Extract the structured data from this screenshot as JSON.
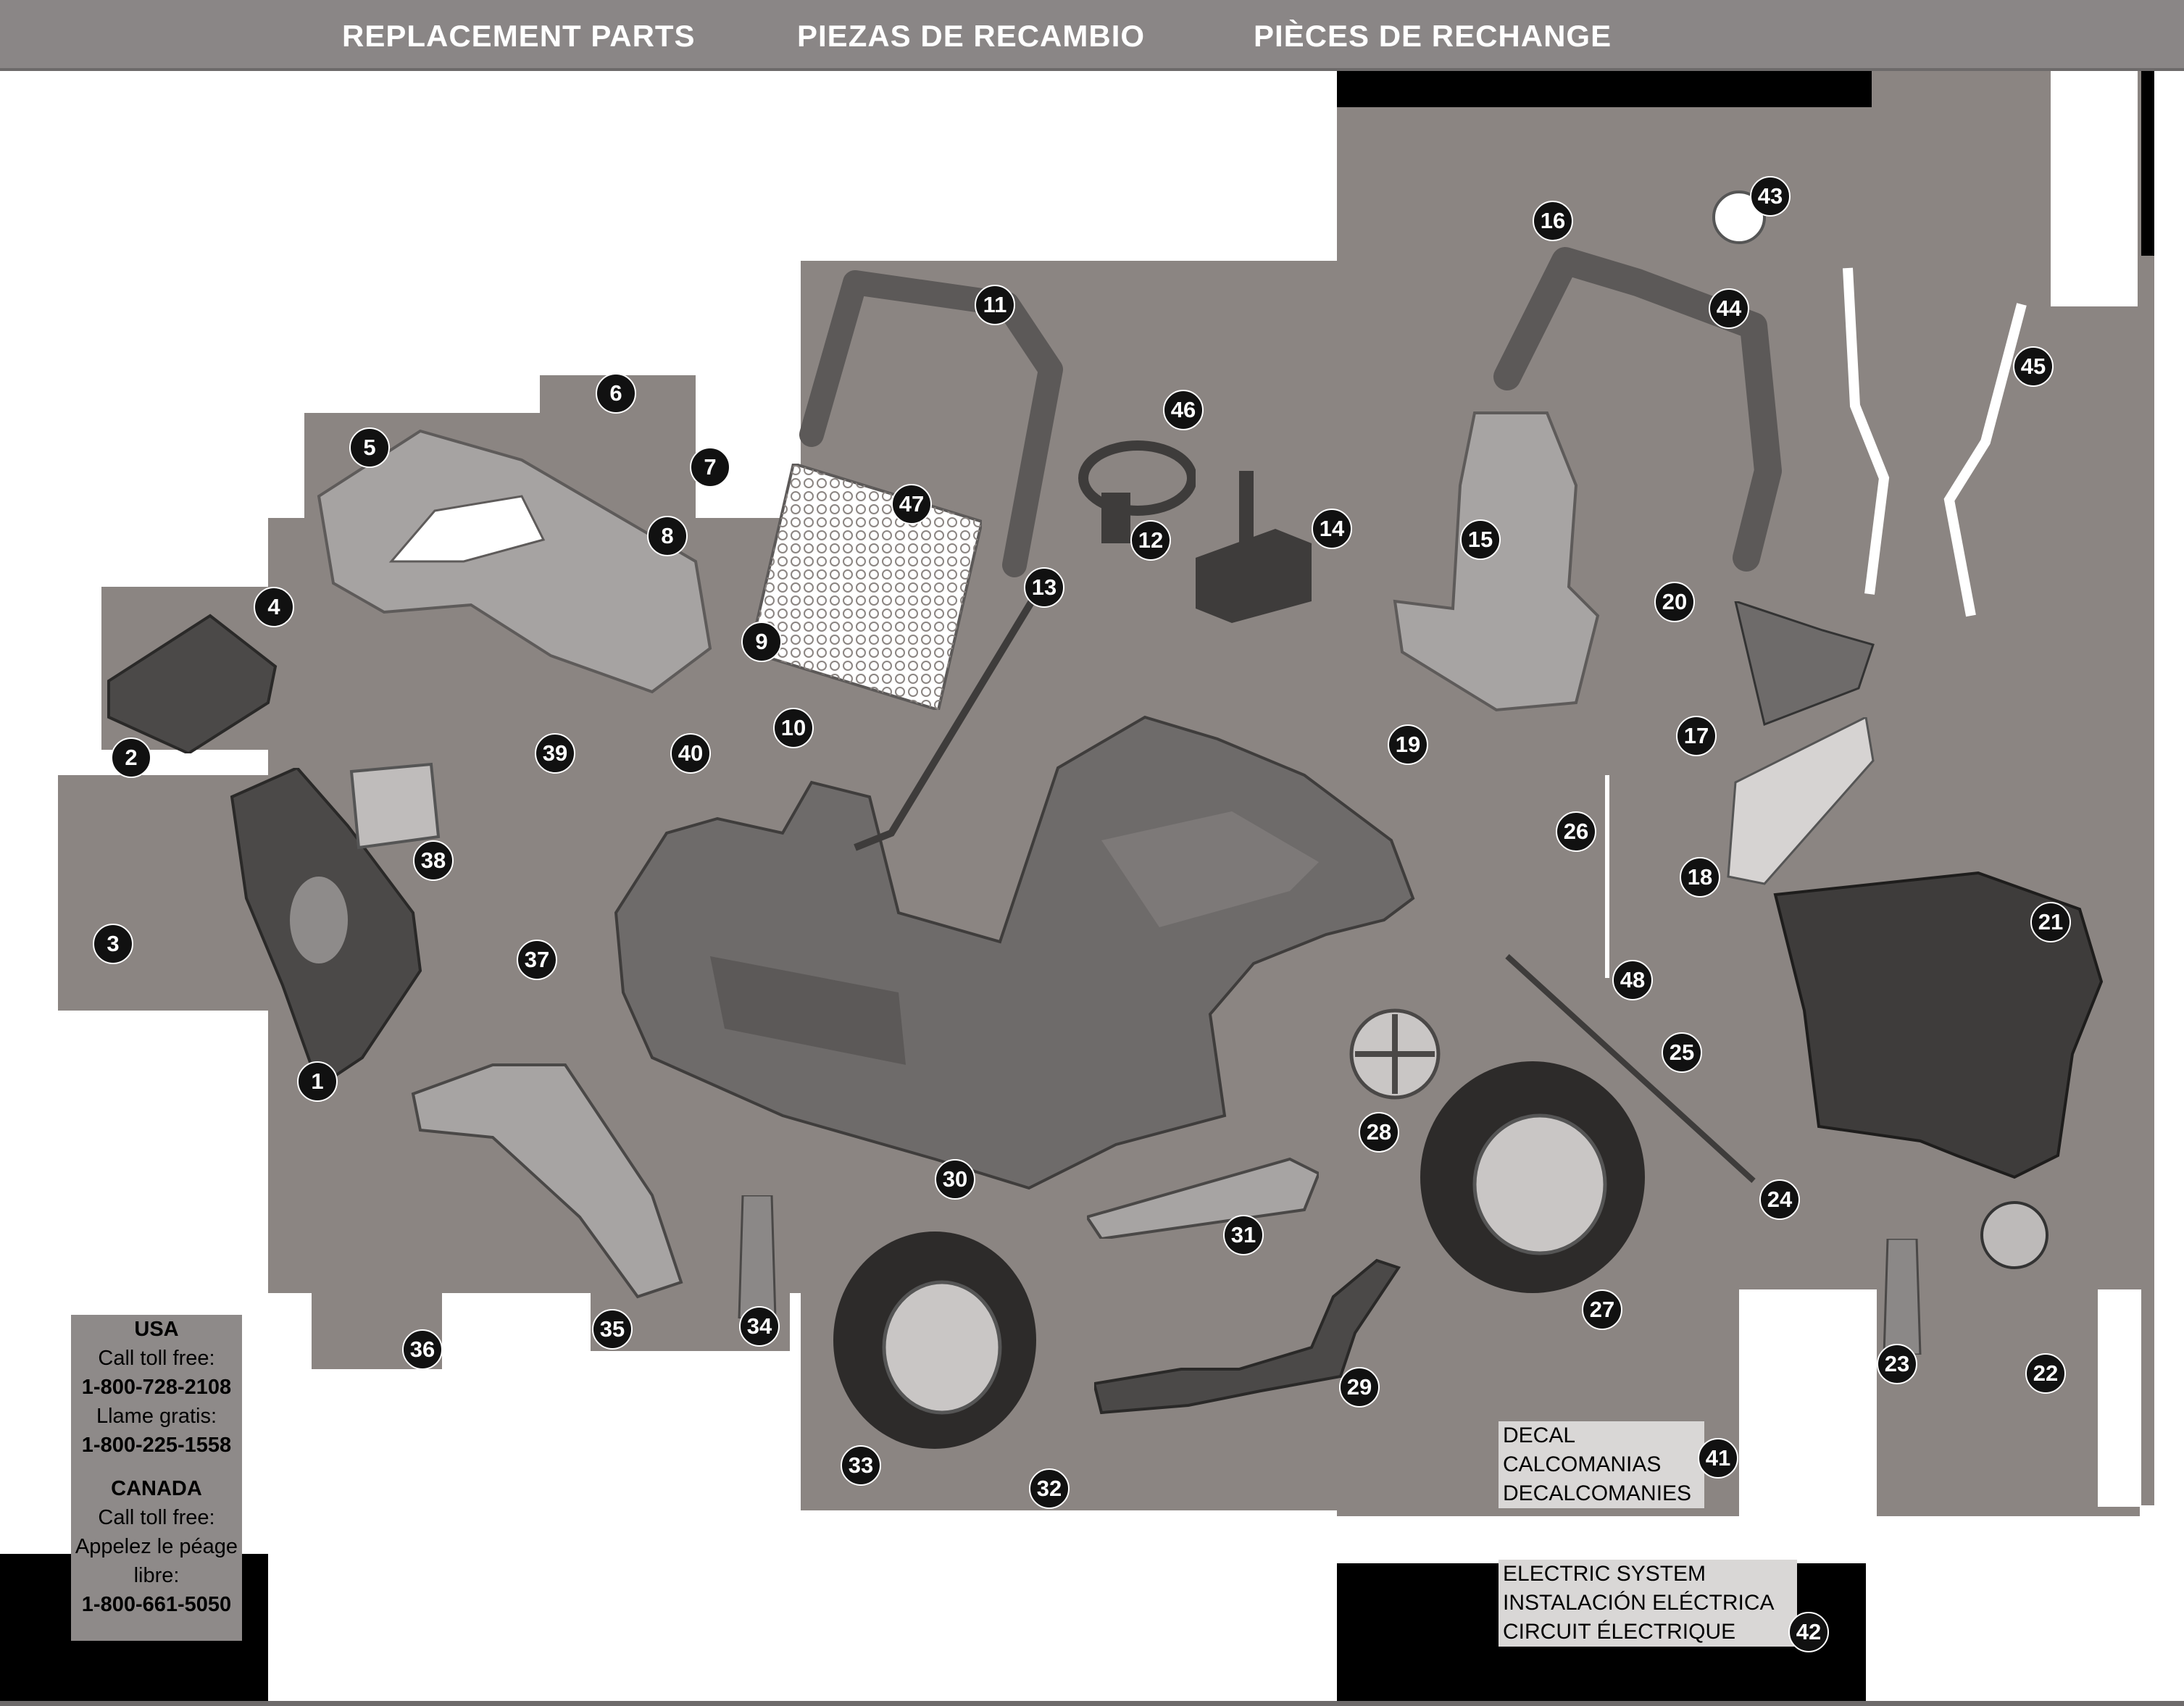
{
  "header": {
    "title_en": "REPLACEMENT PARTS",
    "title_es": "PIEZAS DE RECAMBIO",
    "title_fr": "PIÈCES DE RECHANGE"
  },
  "callouts": [
    "1",
    "2",
    "3",
    "4",
    "5",
    "6",
    "7",
    "8",
    "9",
    "10",
    "11",
    "12",
    "13",
    "14",
    "15",
    "16",
    "17",
    "18",
    "19",
    "20",
    "21",
    "22",
    "23",
    "24",
    "25",
    "26",
    "27",
    "28",
    "29",
    "30",
    "31",
    "32",
    "33",
    "34",
    "35",
    "36",
    "37",
    "38",
    "39",
    "40",
    "41",
    "42",
    "43",
    "44",
    "45",
    "46",
    "47",
    "48"
  ],
  "decal": {
    "line1": "DECAL",
    "line2": "CALCOMANIAS",
    "line3": "DECALCOMANIES"
  },
  "electric": {
    "line1": "ELECTRIC SYSTEM",
    "line2": "INSTALACIÓN ELÉCTRICA",
    "line3": "CIRCUIT ÉLECTRIQUE"
  },
  "contact": {
    "usa_heading": "USA",
    "usa_call": "Call toll free:",
    "usa_number1": "1-800-728-2108",
    "usa_llame": "Llame gratis:",
    "usa_number2": "1-800-225-1558",
    "canada_heading": "CANADA",
    "canada_call": "Call toll free:",
    "canada_appelez": "Appelez le péage",
    "canada_libre": "libre:",
    "canada_number": "1-800-661-5050"
  }
}
